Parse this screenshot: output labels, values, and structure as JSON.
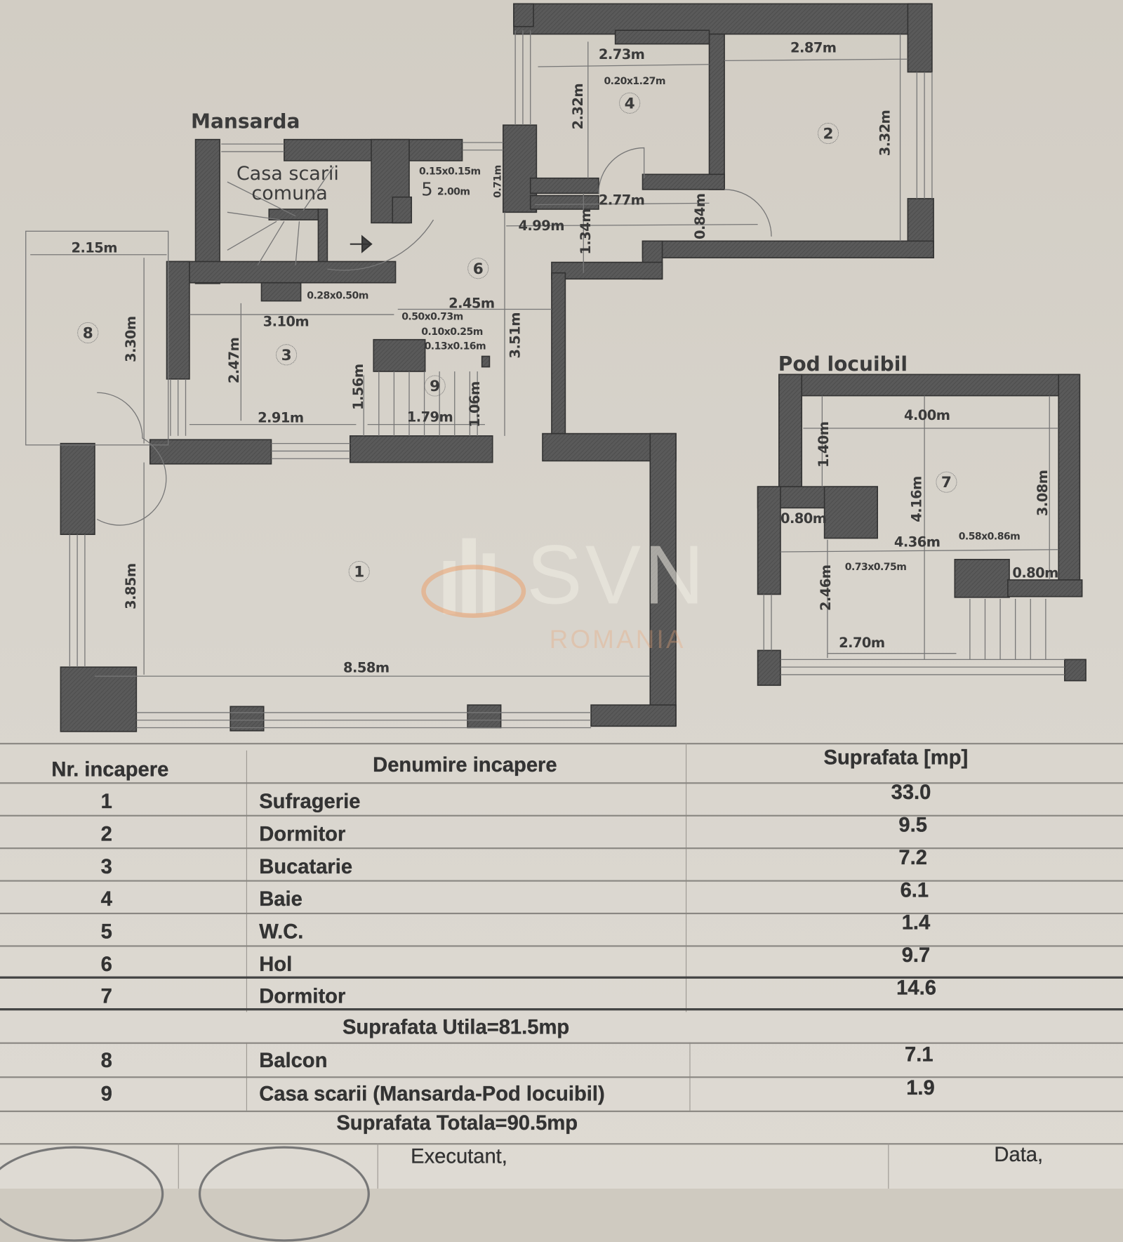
{
  "plan": {
    "mansarda_title": "Mansarda",
    "pod_title": "Pod locuibil",
    "casa_scarii_line1": "Casa scarii",
    "casa_scarii_line2": "comuna",
    "room_markers": [
      "1",
      "2",
      "3",
      "4",
      "5",
      "6",
      "7",
      "8",
      "9"
    ],
    "dimensions": {
      "d_2_73": "2.73m",
      "d_2_87": "2.87m",
      "d_0_20x1_27": "0.20x1.27m",
      "d_2_32": "2.32m",
      "d_3_32": "3.32m",
      "d_0_15x0_15": "0.15x0.15m",
      "d_2_00": "2.00m",
      "d_0_71": "0.71m",
      "d_2_77": "2.77m",
      "d_4_99": "4.99m",
      "d_1_34": "1.34m",
      "d_0_84": "0.84m",
      "d_2_15": "2.15m",
      "d_3_30": "3.30m",
      "d_0_28x0_50": "0.28x0.50m",
      "d_2_45": "2.45m",
      "d_3_10": "3.10m",
      "d_0_50x0_73": "0.50x0.73m",
      "d_0_10x0_25": "0.10x0.25m",
      "d_0_13x0_16": "0.13x0.16m",
      "d_3_51": "3.51m",
      "d_2_47": "2.47m",
      "d_1_56": "1.56m",
      "d_1_06": "1.06m",
      "d_2_91": "2.91m",
      "d_1_79": "1.79m",
      "d_3_85": "3.85m",
      "d_8_58": "8.58m",
      "d_4_00": "4.00m",
      "d_1_40": "1.40m",
      "d_4_16": "4.16m",
      "d_3_08": "3.08m",
      "d_0_80_left": "0.80m",
      "d_4_36": "4.36m",
      "d_0_58x0_86": "0.58x0.86m",
      "d_0_73x0_75": "0.73x0.75m",
      "d_0_80_right": "0.80m",
      "d_2_46": "2.46m",
      "d_2_70": "2.70m"
    },
    "watermark": {
      "brand": "SVN",
      "sub": "ROMANIA",
      "accent": "#e8a070"
    }
  },
  "table": {
    "headers": {
      "nr": "Nr. incapere",
      "name": "Denumire incapere",
      "area": "Suprafata [mp]"
    },
    "rows": [
      {
        "nr": "1",
        "name": "Sufragerie",
        "area": "33.0"
      },
      {
        "nr": "2",
        "name": "Dormitor",
        "area": "9.5"
      },
      {
        "nr": "3",
        "name": "Bucatarie",
        "area": "7.2"
      },
      {
        "nr": "4",
        "name": "Baie",
        "area": "6.1"
      },
      {
        "nr": "5",
        "name": "W.C.",
        "area": "1.4"
      },
      {
        "nr": "6",
        "name": "Hol",
        "area": "9.7"
      },
      {
        "nr": "7",
        "name": "Dormitor",
        "area": "14.6"
      }
    ],
    "subtotal": "Suprafata Utila=81.5mp",
    "extra_rows": [
      {
        "nr": "8",
        "name": "Balcon",
        "area": "7.1"
      },
      {
        "nr": "9",
        "name": "Casa scarii (Mansarda-Pod locuibil)",
        "area": "1.9"
      }
    ],
    "total": "Suprafata Totala=90.5mp",
    "footer": {
      "executant": "Executant,",
      "data": "Data,"
    }
  }
}
